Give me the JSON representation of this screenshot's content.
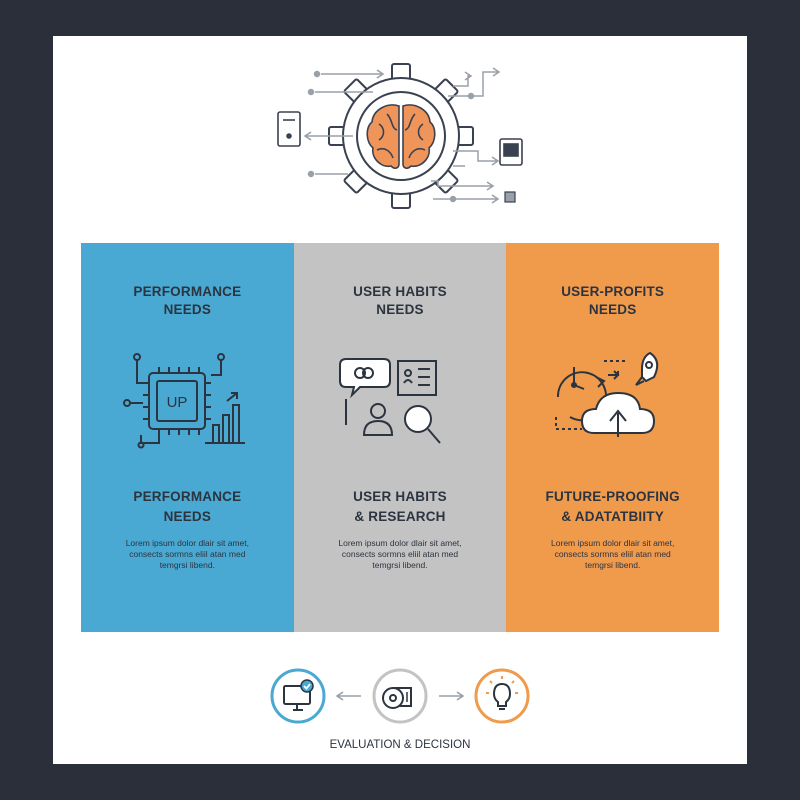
{
  "columns": [
    {
      "title": "PERFORMANCE\nNEEDS",
      "icon": "cpu-chip-with-bar-chart-icon",
      "chip_label": "UP",
      "subtitle": "PERFORMANCE\nNEEDS",
      "body": "Lorem ipsum dolor dlair sit amet,\nconsects sormns eliil atan med\ntemgrsi libend.",
      "color": "#4aa9d2"
    },
    {
      "title": "USER HABITS\nNEEDS",
      "icon": "chat-profile-magnifier-icon",
      "subtitle": "USER HABITS\n& RESEARCH",
      "body": "Lorem ipsum dolor dlair sit amet,\nconsects sormns eliil atan med\ntemgrsi libend.",
      "color": "#c3c3c3"
    },
    {
      "title": "USER-PROFITS\nNEEDS",
      "icon": "clock-rocket-cloud-upload-icon",
      "subtitle": "FUTURE-PROOFING\n& ADATATBIITY",
      "body": "Lorem ipsum dolor dlair sit amet,\nconsects sormns eliil atan med\ntemgrsi libend.",
      "color": "#f09a4c"
    }
  ],
  "footer": {
    "label": "EVALUATION & DECISION",
    "icons": [
      "monitor-check-icon",
      "tape-measure-icon",
      "lightbulb-icon"
    ]
  },
  "hero": {
    "icon": "gear-brain-icon"
  },
  "colors": {
    "background": "#2b2f3a",
    "card": "#ffffff",
    "blue": "#4aa9d2",
    "gray": "#c3c3c3",
    "orange": "#f09a4c",
    "ink": "#2c3440"
  }
}
